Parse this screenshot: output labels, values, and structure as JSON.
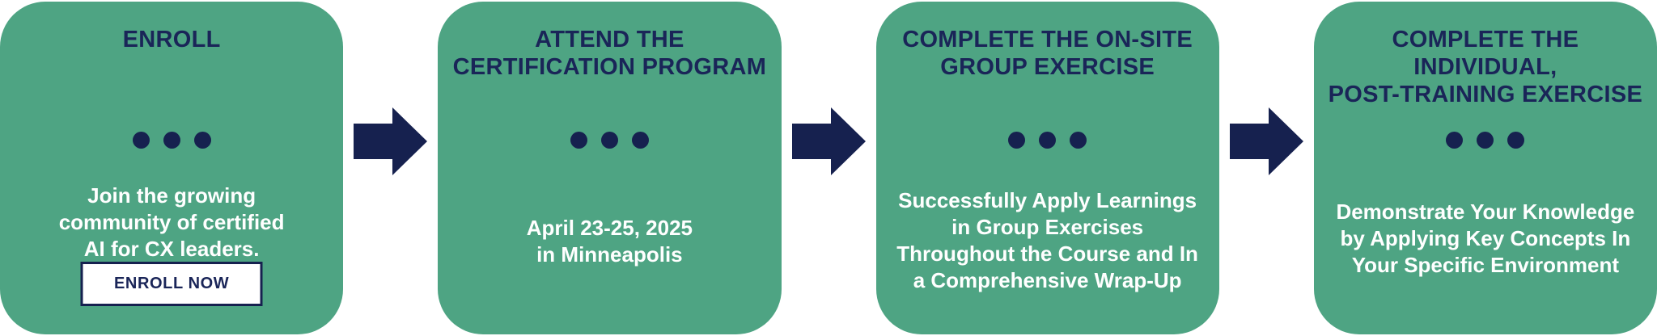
{
  "colors": {
    "card_green": "#4EA483",
    "navy_title": "#1A2558",
    "navy_accent": "#16214F",
    "text_white": "#FFFFFF",
    "background": "#FFFFFF"
  },
  "steps": [
    {
      "title": "ENROLL",
      "description": "Join the growing\ncommunity of certified\nAI for CX leaders.",
      "button_label": "ENROLL NOW"
    },
    {
      "title": "ATTEND THE\nCERTIFICATION PROGRAM",
      "description": "April 23-25, 2025\nin Minneapolis"
    },
    {
      "title": "COMPLETE THE ON-SITE\nGROUP EXERCISE",
      "description": "Successfully Apply Learnings\nin Group Exercises\nThroughout the Course and In\na Comprehensive Wrap-Up"
    },
    {
      "title": "COMPLETE THE\nINDIVIDUAL,\nPOST-TRAINING EXERCISE",
      "description": "Demonstrate Your Knowledge\nby Applying Key Concepts In\nYour Specific Environment"
    }
  ]
}
